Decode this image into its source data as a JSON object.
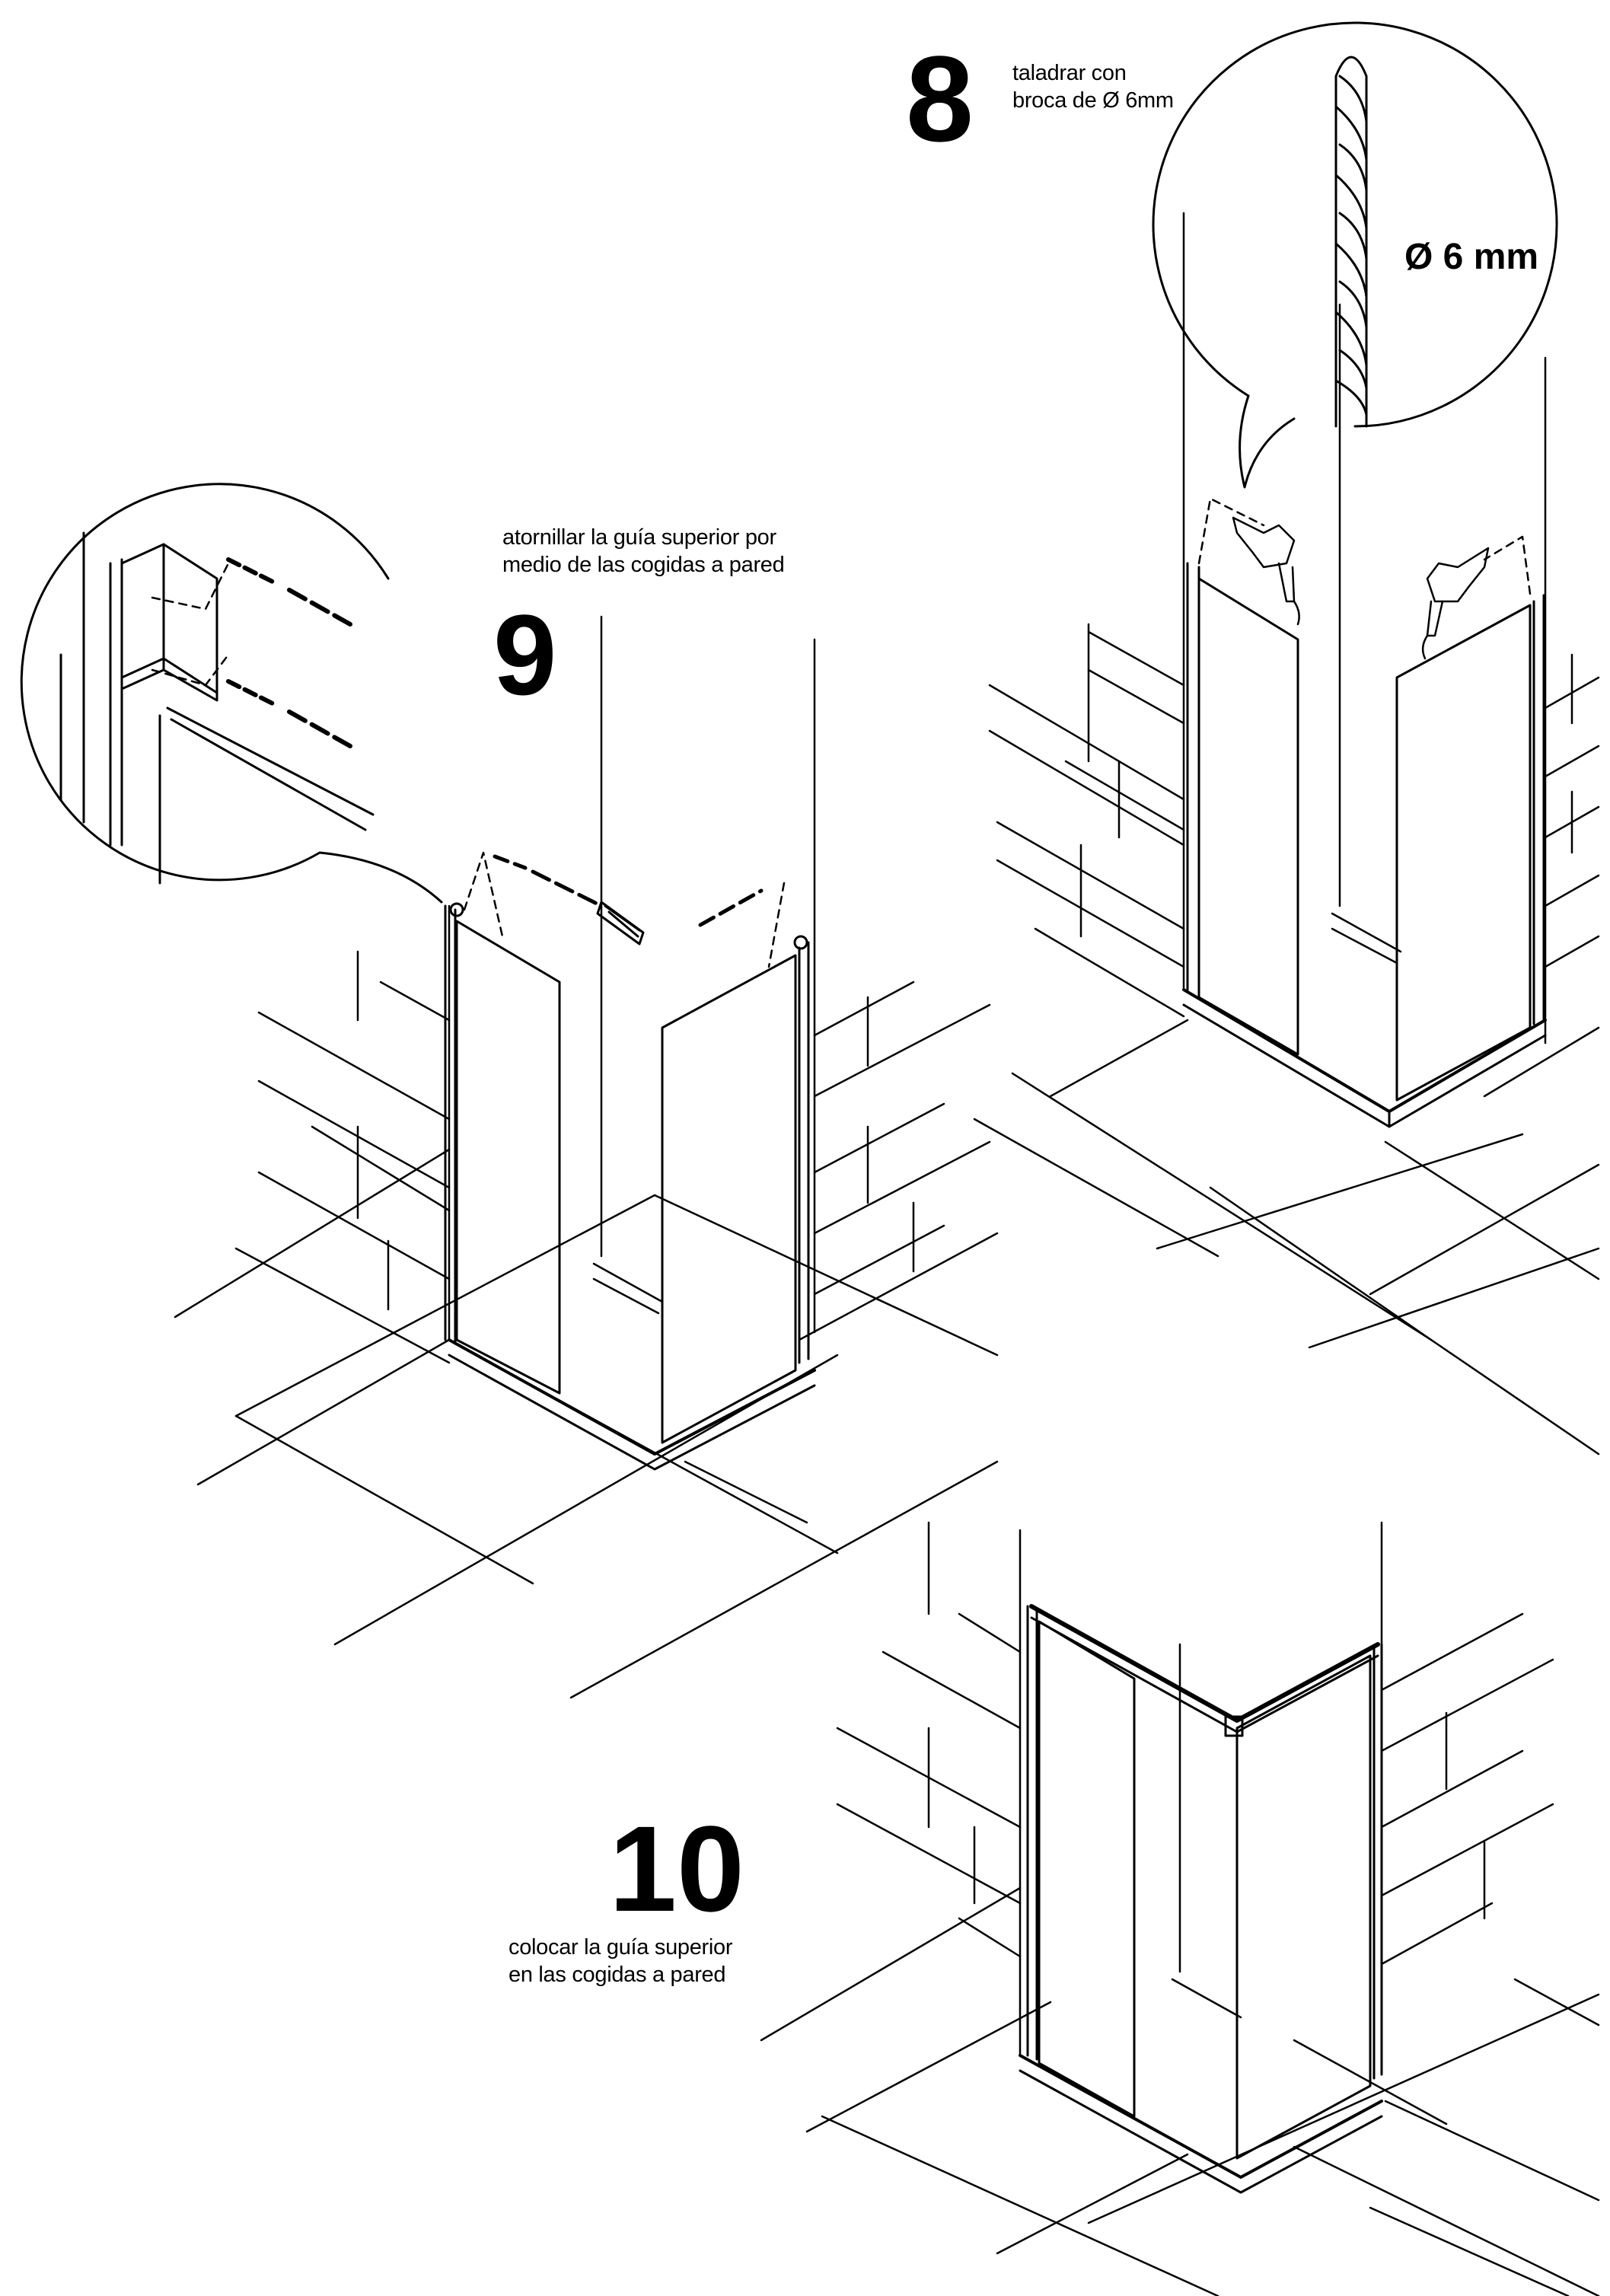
{
  "steps": [
    {
      "number": "8",
      "caption": [
        "taladrar con",
        "broca de Ø 6mm"
      ],
      "callout": "Ø 6 mm"
    },
    {
      "number": "9",
      "caption": [
        "atornillar la guía superior por",
        "medio de las cogidas a pared"
      ]
    },
    {
      "number": "10",
      "caption": [
        "colocar la guía superior",
        "en las cogidas a pared"
      ]
    }
  ],
  "icons": [
    "drill-bit-icon",
    "power-drill-icon",
    "screw-icon",
    "wall-plug-icon",
    "wall-bracket-icon"
  ],
  "colors": {
    "ink": "#000000",
    "paper": "#ffffff"
  }
}
